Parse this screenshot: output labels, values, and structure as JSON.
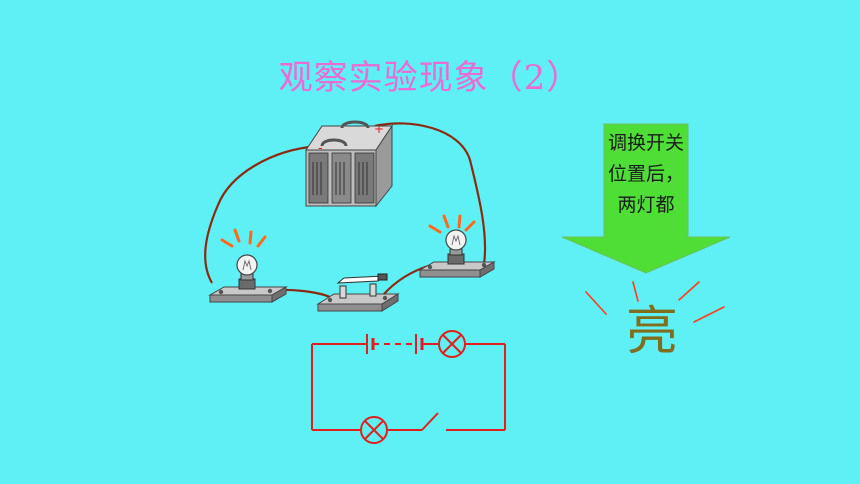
{
  "slide": {
    "title": "观察实验现象（2）",
    "arrow_text": "调换开关位置后，两灯都",
    "result_word": "亮"
  },
  "battery": {
    "plus_mark": "+",
    "minus_mark": "-"
  },
  "colors": {
    "background": "#5ff0f6",
    "title": "#ec6ad4",
    "arrow_fill": "#4fde36",
    "wire": "#8c2a10",
    "schematic": "#e0201c",
    "glow_rays": "#ff6a1a",
    "result_word": "#7f6e1e"
  }
}
